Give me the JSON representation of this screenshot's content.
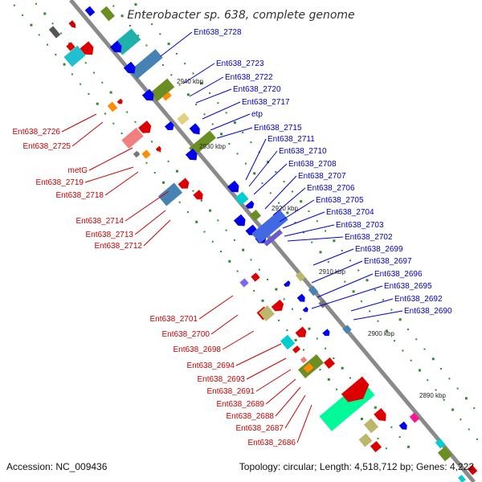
{
  "title": "Enterobacter sp. 638, complete genome",
  "accession": "Accession: NC_009436",
  "summary": "Topology: circular; Length: 4,518,712 bp; Genes: 4,222",
  "colors": {
    "right_labels": "#0000cc",
    "left_labels": "#cc0000",
    "backbone": "#8a8a8a",
    "ticks": "#2e8b2e"
  },
  "kbp_marks": [
    "2940 kbp",
    "2930 kbp",
    "2920 kbp",
    "2910 kbp",
    "2900 kbp",
    "2890 kbp"
  ],
  "right_labels": [
    "Ent638_2728",
    "Ent638_2723",
    "Ent638_2722",
    "Ent638_2720",
    "Ent638_2717",
    "etp",
    "Ent638_2715",
    "Ent638_2711",
    "Ent638_2710",
    "Ent638_2708",
    "Ent638_2707",
    "Ent638_2706",
    "Ent638_2705",
    "Ent638_2704",
    "Ent638_2703",
    "Ent638_2702",
    "Ent638_2699",
    "Ent638_2697",
    "Ent638_2696",
    "Ent638_2695",
    "Ent638_2692",
    "Ent638_2690"
  ],
  "left_labels": [
    "Ent638_2726",
    "Ent638_2725",
    "metG",
    "Ent638_2719",
    "Ent638_2718",
    "Ent638_2714",
    "Ent638_2713",
    "Ent638_2712",
    "Ent638_2701",
    "Ent638_2700",
    "Ent638_2698",
    "Ent638_2694",
    "Ent638_2693",
    "Ent638_2691",
    "Ent638_2689",
    "Ent638_2688",
    "Ent638_2687",
    "Ent638_2686"
  ]
}
